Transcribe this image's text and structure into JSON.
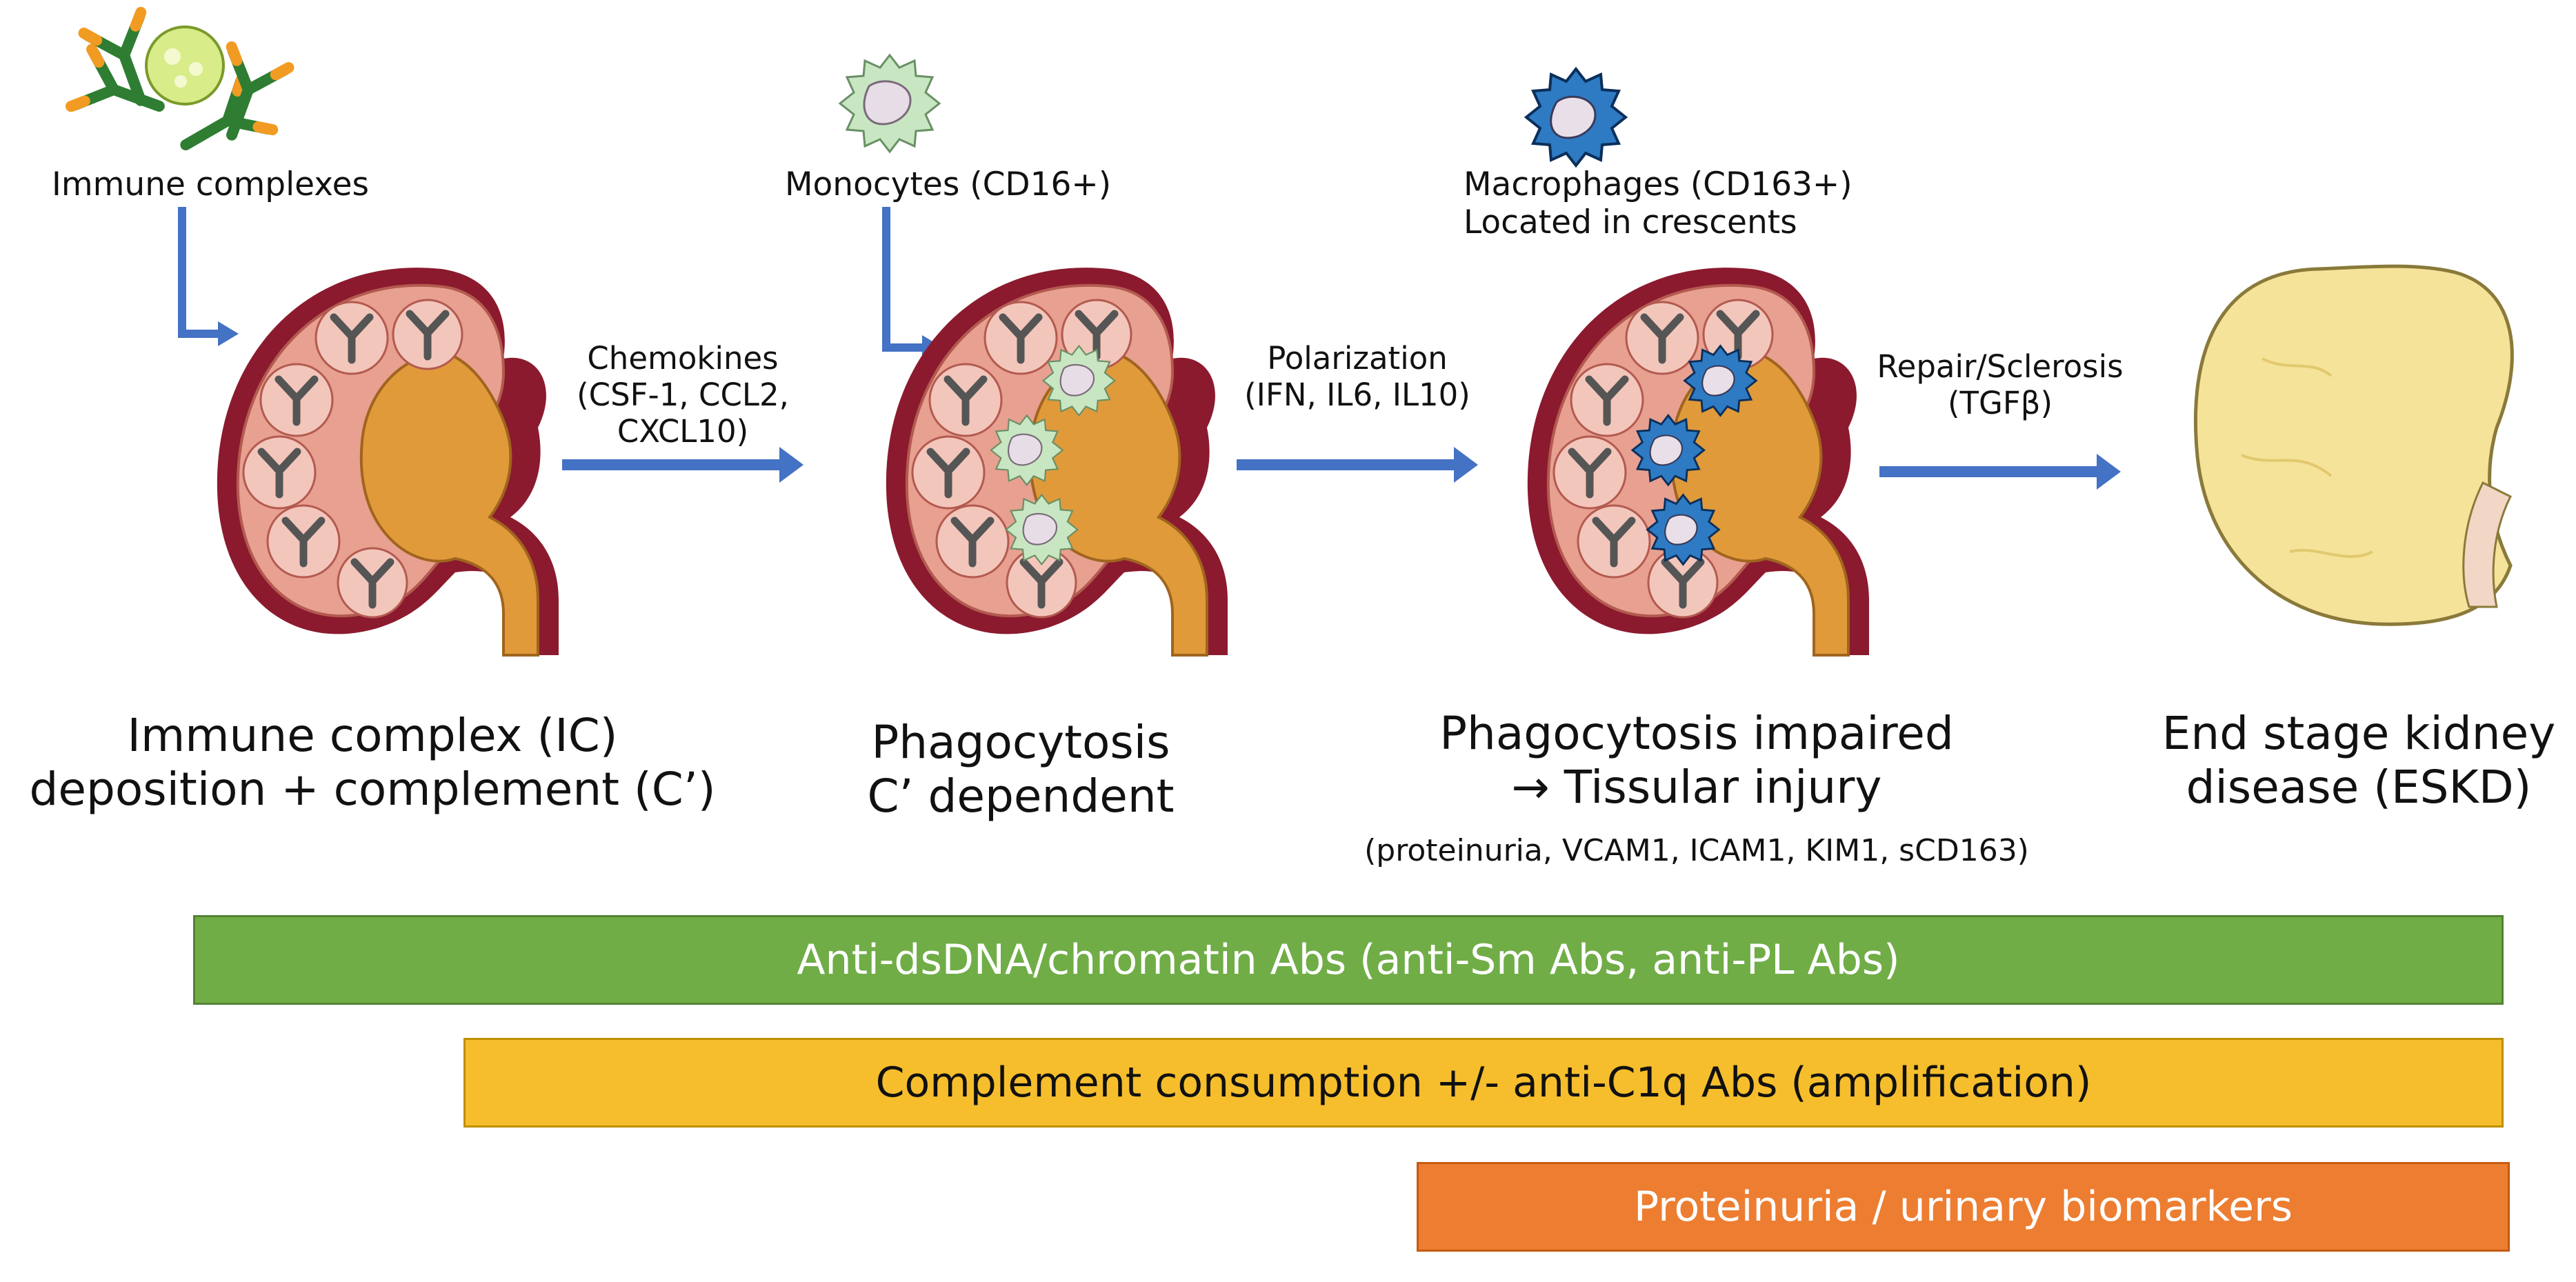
{
  "cells": {
    "immune_complexes": "Immune complexes",
    "monocytes": "Monocytes (CD16+)",
    "macrophages_line1": "Macrophages (CD163+)",
    "macrophages_line2": "Located in crescents"
  },
  "arrows": {
    "chemokines": [
      "Chemokines",
      "(CSF-1, CCL2,",
      "CXCL10)"
    ],
    "polarization": [
      "Polarization",
      "(IFN, IL6, IL10)"
    ],
    "repair": [
      "Repair/Sclerosis",
      "(TGFβ)"
    ]
  },
  "stages": {
    "stage1": [
      "Immune complex (IC)",
      "deposition + complement (C’)"
    ],
    "stage2": [
      "Phagocytosis",
      "C’ dependent"
    ],
    "stage3": [
      "Phagocytosis impaired",
      "→ Tissular injury"
    ],
    "stage3_sub": "(proteinuria, VCAM1, ICAM1, KIM1, sCD163)",
    "stage4": [
      "End stage kidney",
      "disease (ESKD)"
    ]
  },
  "bars": {
    "green": "Anti-dsDNA/chromatin Abs (anti-Sm Abs, anti-PL Abs)",
    "yellow": "Complement consumption +/- anti-C1q Abs (amplification)",
    "orange": "Proteinuria / urinary biomarkers"
  },
  "colors": {
    "arrow_blue": "#4472c4",
    "bar_green": "#70ad47",
    "bar_yellow": "#f6be2c",
    "bar_orange": "#ed7d31",
    "kidney_cortex": "#e8a090",
    "kidney_pelvis": "#e09a3a",
    "kidney_capsule": "#8b1a2e",
    "eskd_kidney": "#f6e39a",
    "monocyte": "#c8e6c2",
    "macrophage": "#2e7bc4"
  }
}
